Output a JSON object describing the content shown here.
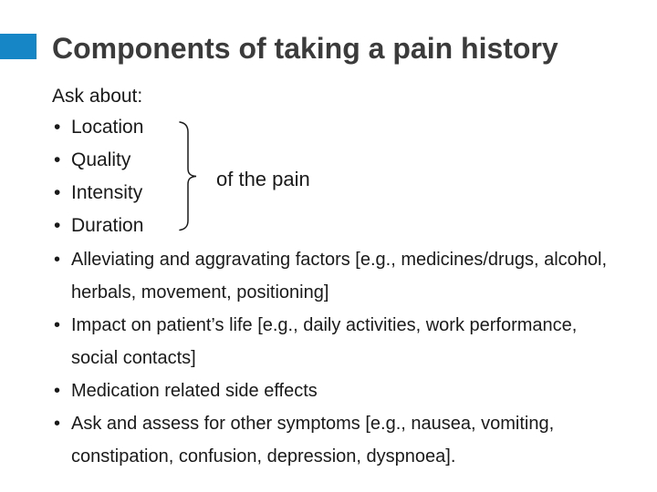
{
  "slide": {
    "title": "Components of taking a pain history",
    "intro": "Ask about:",
    "bullet_glyph": "•",
    "accent_color": "#1686c6",
    "title_color": "#3b3b3b",
    "text_color": "#1a1a1a",
    "pain_aspects": {
      "items": [
        "Location",
        "Quality",
        "Intensity",
        "Duration"
      ],
      "brace_icon": "right-curly-brace",
      "brace_label": "of the pain"
    },
    "bullets": [
      {
        "lines": [
          "Alleviating and aggravating factors [e.g., medicines/drugs, alcohol,",
          "herbals, movement, positioning]"
        ]
      },
      {
        "lines": [
          "Impact on patient’s life [e.g., daily activities, work performance,",
          "social contacts]"
        ]
      },
      {
        "lines": [
          "Medication related side effects"
        ]
      },
      {
        "lines": [
          "Ask and assess for other symptoms [e.g., nausea, vomiting,",
          "constipation, confusion, depression, dyspnoea]."
        ]
      }
    ]
  }
}
